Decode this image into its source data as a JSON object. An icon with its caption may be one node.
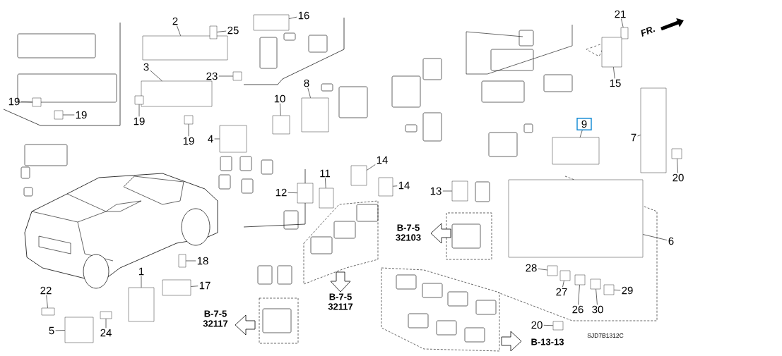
{
  "diagram": {
    "nodes": [
      {
        "text": [
          "16"
        ]
      },
      {
        "text": [],
        "shape": "box"
      },
      {
        "text": [
          "21"
        ]
      },
      {
        "text": [],
        "shape": "box"
      },
      {
        "text": [
          "2"
        ]
      },
      {
        "text": [],
        "shape": "box"
      },
      {
        "text": [
          "25"
        ]
      },
      {
        "text": [],
        "shape": "box"
      },
      {
        "text": [
          "15"
        ]
      },
      {
        "text": [],
        "shape": "box"
      },
      {
        "text": [
          "3"
        ]
      },
      {
        "text": [],
        "shape": "box"
      },
      {
        "text": [
          "23"
        ]
      },
      {
        "text": [],
        "shape": "box"
      },
      {
        "text": [
          "8"
        ]
      },
      {
        "text": [],
        "shape": "box"
      },
      {
        "text": [
          "10"
        ]
      },
      {
        "text": [],
        "shape": "box"
      },
      {
        "text": [
          "19"
        ]
      },
      {
        "text": [],
        "shape": "box"
      },
      {
        "text": [
          "19"
        ]
      },
      {
        "text": [],
        "shape": "box"
      },
      {
        "text": [
          "19"
        ]
      },
      {
        "text": [],
        "shape": "box"
      },
      {
        "text": [
          "9"
        ]
      },
      {
        "text": [],
        "shape": "box"
      },
      {
        "text": [
          "7"
        ]
      },
      {
        "text": [],
        "shape": "box"
      },
      {
        "text": [
          "4"
        ]
      },
      {
        "text": [],
        "shape": "box"
      },
      {
        "text": [
          "19"
        ]
      },
      {
        "text": [],
        "shape": "box"
      },
      {
        "text": [
          "14"
        ]
      },
      {
        "text": [],
        "shape": "box"
      },
      {
        "text": [
          "11"
        ]
      },
      {
        "text": [],
        "shape": "box"
      },
      {
        "text": [
          "20"
        ]
      },
      {
        "text": [],
        "shape": "box"
      },
      {
        "text": [
          "14"
        ]
      },
      {
        "text": [],
        "shape": "box"
      },
      {
        "text": [
          "12"
        ]
      },
      {
        "text": [],
        "shape": "box"
      },
      {
        "text": [
          "13"
        ]
      },
      {
        "text": [],
        "shape": "box"
      },
      {
        "text": [
          "6"
        ]
      },
      {
        "text": [],
        "shape": "box"
      },
      {
        "text": [
          "18"
        ]
      },
      {
        "text": [],
        "shape": "box"
      },
      {
        "text": [
          "28"
        ]
      },
      {
        "text": [],
        "shape": "box"
      },
      {
        "text": [
          "17"
        ]
      },
      {
        "text": [],
        "shape": "box"
      },
      {
        "text": [
          "1"
        ]
      },
      {
        "text": [],
        "shape": "box"
      },
      {
        "text": [
          "27"
        ]
      },
      {
        "text": [],
        "shape": "box"
      },
      {
        "text": [
          "29"
        ]
      },
      {
        "text": [],
        "shape": "box"
      },
      {
        "text": [
          "22"
        ]
      },
      {
        "text": [],
        "shape": "box"
      },
      {
        "text": [
          "26"
        ]
      },
      {
        "text": [],
        "shape": "box"
      },
      {
        "text": [
          "30"
        ]
      },
      {
        "text": [],
        "shape": "box"
      },
      {
        "text": [
          "20"
        ]
      },
      {
        "text": [],
        "shape": "box"
      },
      {
        "text": [
          "24"
        ]
      },
      {
        "text": [],
        "shape": "box"
      },
      {
        "text": [
          "5"
        ]
      },
      {
        "text": [],
        "shape": "box"
      }
    ],
    "edges": [
      {
        "from": 0,
        "to": 1,
        "arrow": "none"
      },
      {
        "from": 2,
        "to": 3,
        "arrow": "none"
      },
      {
        "from": 4,
        "to": 5,
        "arrow": "none"
      },
      {
        "from": 6,
        "to": 7,
        "arrow": "none"
      },
      {
        "from": 8,
        "to": 9,
        "arrow": "none"
      },
      {
        "from": 10,
        "to": 11,
        "arrow": "none"
      },
      {
        "from": 12,
        "to": 13,
        "arrow": "none"
      },
      {
        "from": 14,
        "to": 15,
        "arrow": "none"
      },
      {
        "from": 16,
        "to": 17,
        "arrow": "none"
      },
      {
        "from": 18,
        "to": 19,
        "arrow": "none"
      },
      {
        "from": 20,
        "to": 21,
        "arrow": "none"
      },
      {
        "from": 22,
        "to": 23,
        "arrow": "none"
      },
      {
        "from": 24,
        "to": 25,
        "arrow": "none"
      },
      {
        "from": 26,
        "to": 27,
        "arrow": "none"
      },
      {
        "from": 28,
        "to": 29,
        "arrow": "none"
      },
      {
        "from": 30,
        "to": 31,
        "arrow": "none"
      },
      {
        "from": 32,
        "to": 33,
        "arrow": "none"
      },
      {
        "from": 34,
        "to": 35,
        "arrow": "none"
      },
      {
        "from": 36,
        "to": 37,
        "arrow": "none"
      },
      {
        "from": 38,
        "to": 39,
        "arrow": "none"
      },
      {
        "from": 40,
        "to": 41,
        "arrow": "none"
      },
      {
        "from": 42,
        "to": 43,
        "arrow": "none"
      },
      {
        "from": 44,
        "to": 45,
        "arrow": "none"
      },
      {
        "from": 46,
        "to": 47,
        "arrow": "none"
      },
      {
        "from": 48,
        "to": 49,
        "arrow": "none"
      },
      {
        "from": 50,
        "to": 51,
        "arrow": "none"
      },
      {
        "from": 52,
        "to": 53,
        "arrow": "none"
      },
      {
        "from": 54,
        "to": 55,
        "arrow": "none"
      },
      {
        "from": 56,
        "to": 57,
        "arrow": "none"
      },
      {
        "from": 58,
        "to": 59,
        "arrow": "none"
      },
      {
        "from": 60,
        "to": 61,
        "arrow": "none"
      },
      {
        "from": 62,
        "to": 63,
        "arrow": "none"
      },
      {
        "from": 64,
        "to": 65,
        "arrow": "none"
      },
      {
        "from": 66,
        "to": 67,
        "arrow": "none"
      },
      {
        "from": 68,
        "to": 69,
        "arrow": "none"
      }
    ],
    "labels": [
      "FR.",
      "B-7-5 32103",
      "B-7-5 32117",
      "B-7-5 32117",
      "SJD7B1312C",
      "B-13-13"
    ]
  }
}
